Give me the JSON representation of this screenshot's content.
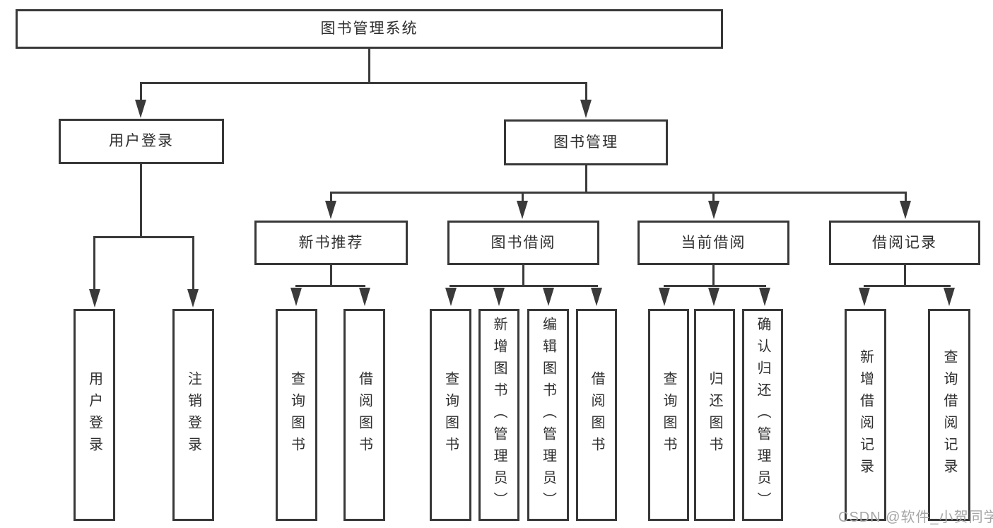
{
  "tree": {
    "label": "图书管理系统",
    "children": [
      {
        "label": "用户登录",
        "children": [
          {
            "label": "用户登录"
          },
          {
            "label": "注销登录"
          }
        ]
      },
      {
        "label": "图书管理",
        "children": [
          {
            "label": "新书推荐",
            "children": [
              {
                "label": "查询图书"
              },
              {
                "label": "借阅图书"
              }
            ]
          },
          {
            "label": "图书借阅",
            "children": [
              {
                "label": "查询图书"
              },
              {
                "label": "新增图书（管理员）"
              },
              {
                "label": "编辑图书（管理员）"
              },
              {
                "label": "借阅图书"
              }
            ]
          },
          {
            "label": "当前借阅",
            "children": [
              {
                "label": "查询图书"
              },
              {
                "label": "归还图书"
              },
              {
                "label": "确认归还（管理员）"
              }
            ]
          },
          {
            "label": "借阅记录",
            "children": [
              {
                "label": "新增借阅记录"
              },
              {
                "label": "查询借阅记录"
              }
            ]
          }
        ]
      }
    ]
  },
  "watermark": "CSDN @软件_小贺同学",
  "colors": {
    "line": "#3a3a3a",
    "box_border": "#383838",
    "text": "#2e2e2e",
    "watermark": "#a6a6a6",
    "background": "#ffffff"
  }
}
